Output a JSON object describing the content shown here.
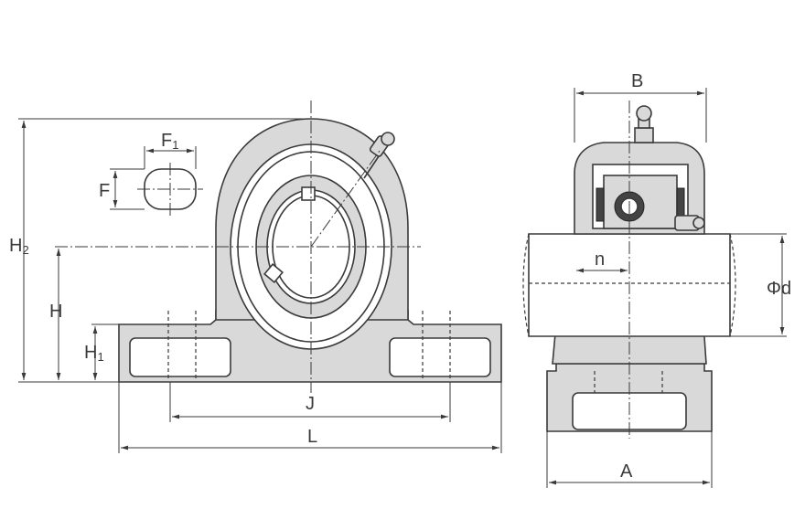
{
  "dimensions": {
    "H2": {
      "main": "H",
      "sub": "2"
    },
    "H": "H",
    "H1": {
      "main": "H",
      "sub": "1"
    },
    "F": "F",
    "F1": {
      "main": "F",
      "sub": "1"
    },
    "J": "J",
    "L": "L",
    "B": "B",
    "n": "n",
    "d": "Φd",
    "A": "A"
  },
  "colors": {
    "line": "#3a3a3a",
    "housing_fill": "#d9d9d9",
    "background": "#ffffff"
  },
  "views": [
    "front-view",
    "side-view"
  ]
}
